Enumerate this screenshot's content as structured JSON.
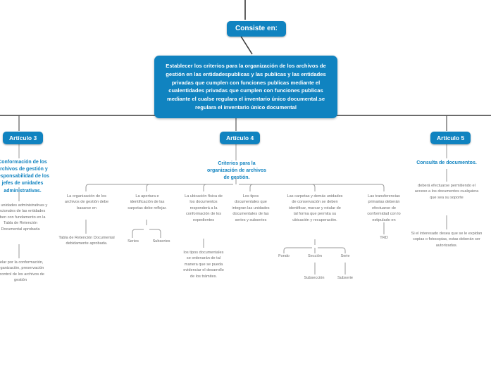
{
  "diagram": {
    "type": "mind-map",
    "title_node": "Consiste en:",
    "root_statement": "Establecer los criterios para la organización de los archivos de gestión en las entidadespublicas y las publicas y las  entidades privadas que cumplen con funciones publicas mediante el cualentidades privadas que cumplen con funciones publicas mediante el cualse regulara el inventario único documental.se regulara el inventario único documental",
    "colors": {
      "node_blue": "#1083c0",
      "node_text": "#ffffff",
      "blue_label": "#1083c0",
      "gray_label": "#6e6e6e",
      "connector": "#5a5a5a",
      "connector_dark": "#3a3a3a",
      "background": "#ffffff"
    },
    "branches": [
      {
        "id": "articulo-3",
        "label": "Artículo 3",
        "subtitle": "Conformación de los archivos de gestión y responsabilidad de los jefes de unidades administrativas.",
        "children": [
          {
            "text": "Las unidades administrativas y funcionales de las entidades deben con fundamento en la Tabla de Retención Documental aprobada",
            "children": [
              {
                "text": "Velar por la conformación, organización, preservación y control de los archivos de gestión",
                "children": []
              }
            ]
          }
        ]
      },
      {
        "id": "articulo-4",
        "label": "Artículo 4",
        "subtitle": "Criterios para la organización de archivos de gestión.",
        "children": [
          {
            "text": "La organización de los archivos de gestión debe basarse en",
            "children": [
              {
                "text": "Tabla de Retención Documental debidamente aprobada.",
                "children": []
              }
            ]
          },
          {
            "text": "La apertura e identificación de las carpetas debe reflejar.",
            "children": [
              {
                "text": "Series",
                "children": []
              },
              {
                "text": "Subseries",
                "children": []
              }
            ]
          },
          {
            "text": "La ubicación física de los documentos responderá a la conformación de los expedientes",
            "children": [
              {
                "text": "los tipos documentales se ordenarán de tal manera que se pueda evidenciar el desarrollo de los trámites.",
                "children": []
              }
            ]
          },
          {
            "text": "Los tipos documentales que integran las unidades documentales de las series y subseries",
            "children": []
          },
          {
            "text": "Las carpetas y demás unidades de conservación se deben identificar, marcar y rotular de tal forma que permita su ubicación y recuperación.",
            "children": [
              {
                "text": "Fondo",
                "children": []
              },
              {
                "text": "Sección",
                "children": [
                  {
                    "text": "Subsección",
                    "children": []
                  }
                ]
              },
              {
                "text": "Serie",
                "children": [
                  {
                    "text": "Subserie",
                    "children": []
                  }
                ]
              }
            ]
          },
          {
            "text": "Las transferencias primarias deberán efectuarse de conformidad con lo estipulado en",
            "children": [
              {
                "text": "TRD",
                "children": []
              }
            ]
          }
        ]
      },
      {
        "id": "articulo-5",
        "label": "Artículo 5",
        "subtitle": "Consulta de documentos.",
        "children": [
          {
            "text": "deberá efectuarse permitiendo el acceso a los documentos cualquiera que sea su soporte",
            "children": [
              {
                "text": "Si el interesado desea que se le expidan copias o fotocopias, estas deberán ser autorizadas.",
                "children": []
              }
            ]
          }
        ]
      }
    ]
  }
}
